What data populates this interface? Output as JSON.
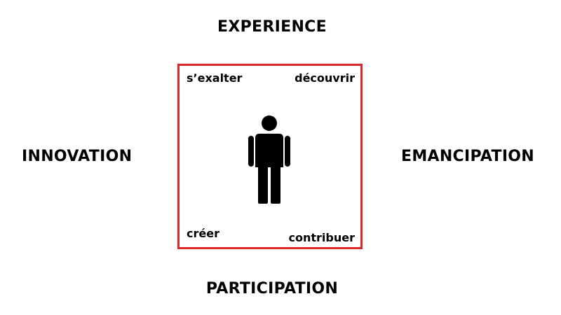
{
  "axes": {
    "top": "EXPERIENCE",
    "left": "INNOVATION",
    "right": "EMANCIPATION",
    "bottom": "PARTICIPATION"
  },
  "corners": {
    "top_left": "s’exalter",
    "top_right": "découvrir",
    "bottom_left": "créer",
    "bottom_right": "contribuer"
  },
  "colors": {
    "frame": "#e0262b",
    "text": "#000000",
    "background": "#ffffff"
  },
  "icons": {
    "center": "person-icon"
  }
}
